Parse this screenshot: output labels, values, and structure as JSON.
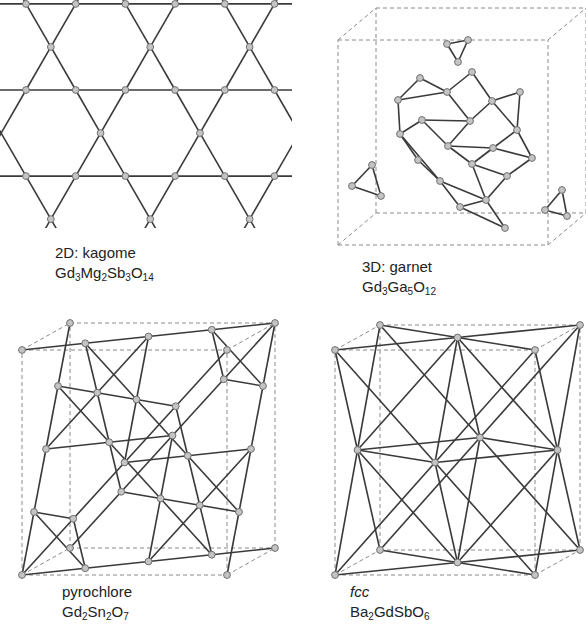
{
  "diagram": {
    "labels": [
      "2D: kagome",
      "Gd3Mg2Sb3O14",
      "3D: garnet",
      "Gd3Ga5O12",
      "pyrochlore",
      "Gd2Sn2O7",
      "fcc",
      "Ba2GdSbO6"
    ]
  }
}
